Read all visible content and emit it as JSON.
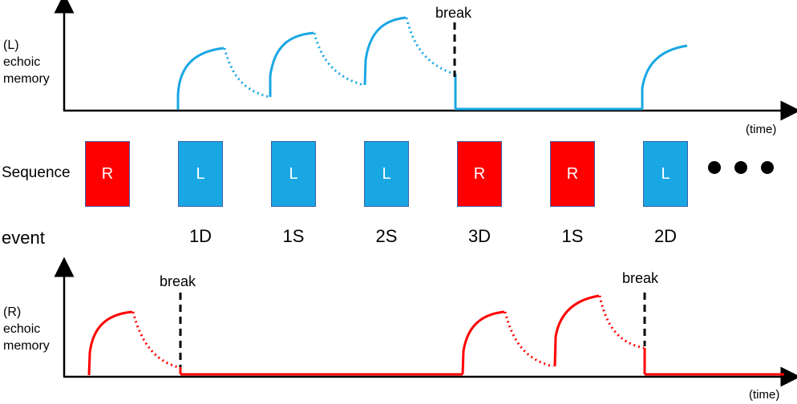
{
  "top_panel": {
    "axis_label_lines": [
      "(L)",
      "echoic",
      "memory"
    ],
    "time_label": "(time)",
    "break_label": "break",
    "curve_color": "#19a7e3"
  },
  "sequence": {
    "label": "Sequence",
    "blocks": [
      {
        "letter": "R",
        "color": "#ff0000"
      },
      {
        "letter": "L",
        "color": "#19a7e3"
      },
      {
        "letter": "L",
        "color": "#19a7e3"
      },
      {
        "letter": "L",
        "color": "#19a7e3"
      },
      {
        "letter": "R",
        "color": "#ff0000"
      },
      {
        "letter": "R",
        "color": "#ff0000"
      },
      {
        "letter": "L",
        "color": "#19a7e3"
      }
    ],
    "continuation": "• • •"
  },
  "event": {
    "label": "event",
    "codes": [
      "1D",
      "1S",
      "2S",
      "3D",
      "1S",
      "2D"
    ]
  },
  "bottom_panel": {
    "axis_label_lines": [
      "(R)",
      "echoic",
      "memory"
    ],
    "time_label": "(time)",
    "break_labels": [
      "break",
      "break"
    ],
    "curve_color": "#ff0000"
  }
}
